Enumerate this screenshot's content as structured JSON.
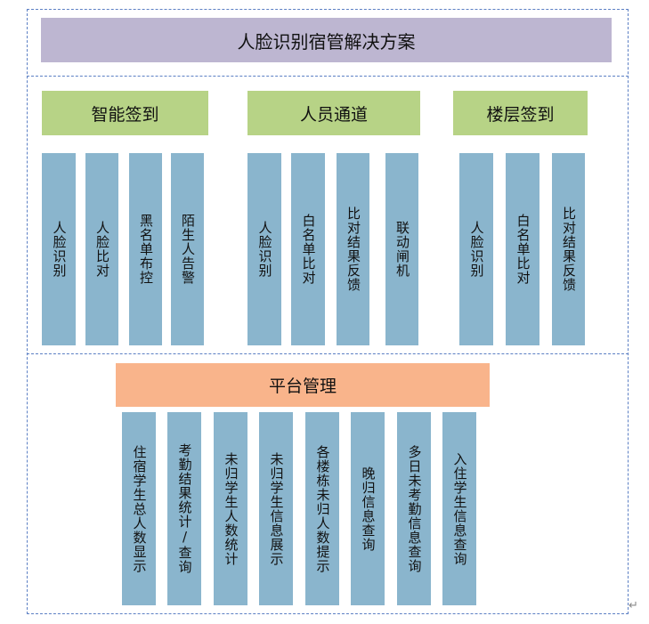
{
  "title": "人脸识别宿管解决方案",
  "sections": [
    {
      "header": "智能签到",
      "items": [
        "人脸识别",
        "人脸比对",
        "黑名单布控",
        "陌生人告警"
      ]
    },
    {
      "header": "人员通道",
      "items": [
        "人脸识别",
        "白名单比对",
        "比对结果反馈",
        "联动闸机"
      ]
    },
    {
      "header": "楼层签到",
      "items": [
        "人脸识别",
        "白名单比对",
        "比对结果反馈"
      ]
    }
  ],
  "platform": {
    "header": "平台管理",
    "items": [
      "住宿学生总人数显示",
      "考勤结果统计/查询",
      "未归学生人数统计",
      "未归学生信息展示",
      "各楼栋未归人数提示",
      "晚归信息查询",
      "多日未考勤信息查询",
      "入住学生信息查询"
    ]
  },
  "return_mark": "↵"
}
